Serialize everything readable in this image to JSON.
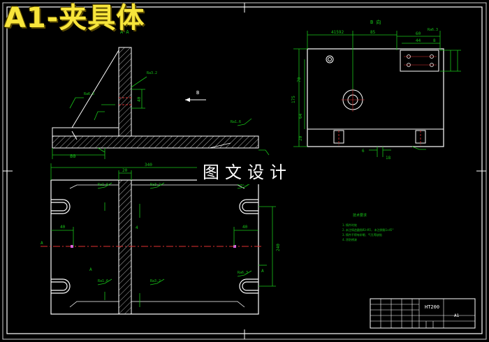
{
  "overlay": {
    "title": "A1-夹具体",
    "watermark": "图文设计"
  },
  "views": {
    "section_label": "A-A",
    "side_label": "B 向",
    "arrow_b": "B",
    "cut_a_top": "A",
    "cut_a_bottom": "A",
    "cut_a_left": "A",
    "cut_a_mid": "A"
  },
  "dimensions": {
    "d_80": "80",
    "d_20": "20",
    "d_340": "340",
    "d_40_left": "40",
    "d_40_right": "40",
    "d_240": "240",
    "d_40_top": "40",
    "d_4_left": "4",
    "d_41592": "41592",
    "d_85": "85",
    "d_60": "60",
    "d_44": "44",
    "d_8": "8",
    "d_70": "70",
    "d_175": "175",
    "d_64": "64",
    "d_20_side": "20",
    "d_18": "18",
    "d_6": "6"
  },
  "roughness": {
    "r_a": "Ra6.3",
    "r_b": "Ra3.2",
    "r_c": "Ra1.6"
  },
  "notes": {
    "heading": "技术要求",
    "lines": [
      "1.铸件时效",
      "2.未注铸造圆角R3~R5, 未注倒角1×45°",
      "3.铸件不得有砂眼、气孔等缺陷",
      "4.涂防锈漆"
    ]
  },
  "title_block": {
    "material": "HT200",
    "name": "A1"
  }
}
